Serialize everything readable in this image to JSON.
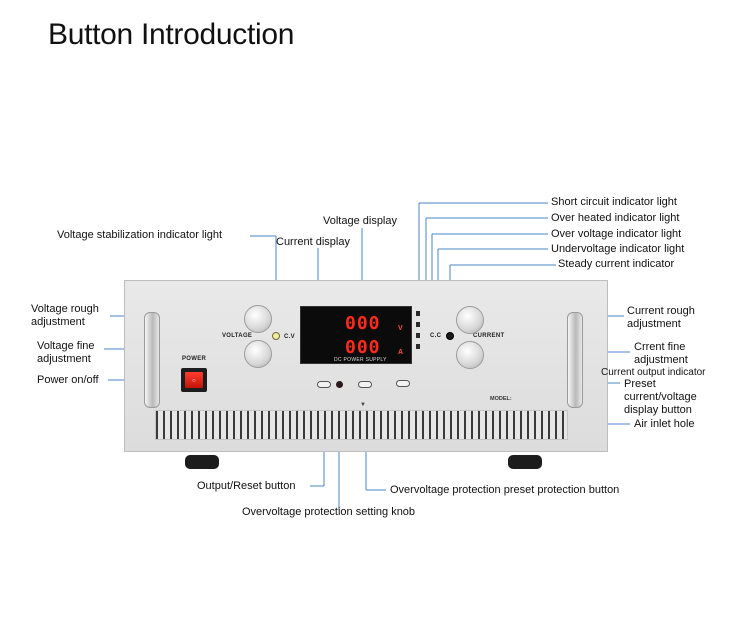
{
  "title": "Button Introduction",
  "labels": {
    "voltage_display": "Voltage display",
    "current_display": "Current display",
    "voltage_stabilization": "Voltage stabilization indicator light",
    "voltage_rough": "Voltage rough adjustment",
    "voltage_fine": "Voltage fine adjustment",
    "power": "Power on/off",
    "short_circuit": "Short circuit indicator light",
    "over_heated": "Over heated indicator light",
    "over_voltage": "Over voltage indicator light",
    "under_voltage": "Undervoltage indicator light",
    "steady_current": "Steady current indicator",
    "current_rough": "Current rough adjustment",
    "current_fine": "Crrent fine adjustment",
    "current_output": "Current output indicator",
    "preset": "Preset current/voltage display button",
    "air_inlet": "Air inlet hole",
    "output_reset": "Output/Reset button",
    "ovp_knob": "Overvoltage protection setting knob",
    "ovp_preset": "Overvoltage protection preset protection button"
  },
  "panel": {
    "voltage": "VOLTAGE",
    "current": "CURRENT",
    "cv": "C.V",
    "cc": "C.C",
    "power": "POWER",
    "model": "MODEL:",
    "display_caption": "DC POWER SUPPLY",
    "voltage_reading": "000",
    "current_reading": "000",
    "v_unit": "V",
    "a_unit": "A"
  },
  "colors": {
    "display_digits": "#ff2a1a",
    "power_switch": "#e5251a",
    "cv_led": "#f1ec9a"
  }
}
